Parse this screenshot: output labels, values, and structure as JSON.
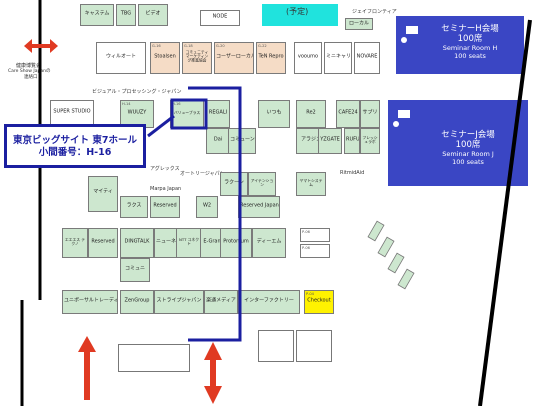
{
  "callout": {
    "line1": "東京ビッグサイト 東7ホール",
    "line2": "小間番号：H-16"
  },
  "seminars": [
    {
      "id": "h",
      "title1": "セミナーH会場",
      "title2": "100席",
      "en1": "Seminar Room H",
      "en2": "100 seats"
    },
    {
      "id": "j",
      "title1": "セミナーJ会場",
      "title2": "100席",
      "en1": "Seminar Room J",
      "en2": "100 seats"
    }
  ],
  "labels": {
    "top_center": "(予定)",
    "top_right": "ジェイフロンティア",
    "visual_zone": "ビジュアル・プロセッシング・ジャパン",
    "supporter": "オートリージャパン",
    "healthcare": "健康博覧会",
    "careshow": "Care Show Japanの",
    "careshow2": "連絡口",
    "ritmidaid": "RitmidAid",
    "agrex": "アグレックス",
    "marpa": "Marpa Japan"
  },
  "booths": [
    {
      "id": "b1",
      "c": "g",
      "num": "",
      "name": "キャステム"
    },
    {
      "id": "b2",
      "c": "g",
      "num": "",
      "name": "TBG"
    },
    {
      "id": "b3",
      "c": "g",
      "num": "",
      "name": "ビデオ"
    },
    {
      "id": "b4",
      "c": "w",
      "num": "",
      "name": "NODE"
    },
    {
      "id": "b5",
      "c": "g",
      "num": "",
      "name": "ローカル"
    },
    {
      "id": "b6",
      "c": "w",
      "num": "",
      "name": "ウィルオート"
    },
    {
      "id": "b7",
      "c": "p",
      "num": "G-16",
      "name": "Stoalsen"
    },
    {
      "id": "b8",
      "c": "p",
      "num": "G-18",
      "name": "コミュニティマーケティング推進協会",
      "small": true
    },
    {
      "id": "b9",
      "c": "p",
      "num": "G-20",
      "name": "コーザーローカル"
    },
    {
      "id": "b10",
      "c": "p",
      "num": "G-22",
      "name": "TeN Repro"
    },
    {
      "id": "b11",
      "c": "w",
      "num": "",
      "name": "vooumo"
    },
    {
      "id": "b12",
      "c": "w",
      "num": "",
      "name": "ミニキャリ"
    },
    {
      "id": "b13",
      "c": "w",
      "num": "",
      "name": "NOVARE"
    },
    {
      "id": "b14",
      "c": "g",
      "num": "",
      "name": "SUPER STUDIO"
    },
    {
      "id": "b15",
      "c": "g",
      "num": "H-14",
      "name": "WUUZY"
    },
    {
      "id": "b16",
      "c": "g",
      "num": "H-16",
      "name": "バリュープラス",
      "small": true
    },
    {
      "id": "b17",
      "c": "g",
      "num": "",
      "name": "REGALI"
    },
    {
      "id": "b18",
      "c": "g",
      "num": "",
      "name": "いつも"
    },
    {
      "id": "b19",
      "c": "g",
      "num": "",
      "name": "Re2"
    },
    {
      "id": "b20",
      "c": "g",
      "num": "",
      "name": "CAFE24"
    },
    {
      "id": "b21",
      "c": "g",
      "num": "",
      "name": "サブリ"
    },
    {
      "id": "b22",
      "c": "g",
      "num": "",
      "name": "Dai"
    },
    {
      "id": "b23",
      "c": "g",
      "num": "",
      "name": "コミューン"
    },
    {
      "id": "b24",
      "c": "g",
      "num": "",
      "name": "アラジン"
    },
    {
      "id": "b25",
      "c": "g",
      "num": "",
      "name": "YZGATE"
    },
    {
      "id": "b26",
      "c": "g",
      "num": "",
      "name": "RUFU"
    },
    {
      "id": "b27",
      "c": "g",
      "num": "",
      "name": "フレッシュラボ"
    },
    {
      "id": "b28",
      "c": "g",
      "num": "",
      "name": "ラクーン"
    },
    {
      "id": "b29",
      "c": "g",
      "num": "",
      "name": "アイテンション"
    },
    {
      "id": "b30",
      "c": "g",
      "num": "",
      "name": "ヤマトシステム"
    },
    {
      "id": "b31",
      "c": "g",
      "num": "",
      "name": "Reserved"
    },
    {
      "id": "b32",
      "c": "g",
      "num": "",
      "name": "W2"
    },
    {
      "id": "b33",
      "c": "g",
      "num": "",
      "name": "ラクス"
    },
    {
      "id": "b34",
      "c": "g",
      "num": "",
      "name": "マイティ"
    },
    {
      "id": "b35",
      "c": "g",
      "num": "",
      "name": "Reserved"
    },
    {
      "id": "b36",
      "c": "g",
      "num": "",
      "name": "DINGTALK"
    },
    {
      "id": "b37",
      "c": "g",
      "num": "",
      "name": "ニューネット"
    },
    {
      "id": "b38",
      "c": "g",
      "num": "",
      "name": "NTT コネクト"
    },
    {
      "id": "b39",
      "c": "g",
      "num": "",
      "name": "E-Grant"
    },
    {
      "id": "b40",
      "c": "g",
      "num": "",
      "name": "Protonium"
    },
    {
      "id": "b41",
      "c": "g",
      "num": "",
      "name": "ディーエム"
    },
    {
      "id": "b42",
      "c": "w",
      "num": "P-06",
      "name": ""
    },
    {
      "id": "b43",
      "c": "w",
      "num": "P-06",
      "name": ""
    },
    {
      "id": "b44",
      "c": "g",
      "num": "",
      "name": "ユニポーサルトレーディング"
    },
    {
      "id": "b45",
      "c": "g",
      "num": "",
      "name": "ZenGroup"
    },
    {
      "id": "b46",
      "c": "g",
      "num": "",
      "name": "ストライプジャパン"
    },
    {
      "id": "b47",
      "c": "g",
      "num": "",
      "name": "楽通メディア"
    },
    {
      "id": "b48",
      "c": "g",
      "num": "",
      "name": "インターファクトリー"
    },
    {
      "id": "b49",
      "c": "y",
      "num": "P-04",
      "name": "Checkout"
    },
    {
      "id": "b50",
      "c": "g",
      "num": "",
      "name": "Reserved Japan"
    },
    {
      "id": "b51",
      "c": "g",
      "num": "",
      "name": "エエエス テクノ"
    },
    {
      "id": "b52",
      "c": "g",
      "num": "",
      "name": "コミュニ"
    }
  ]
}
